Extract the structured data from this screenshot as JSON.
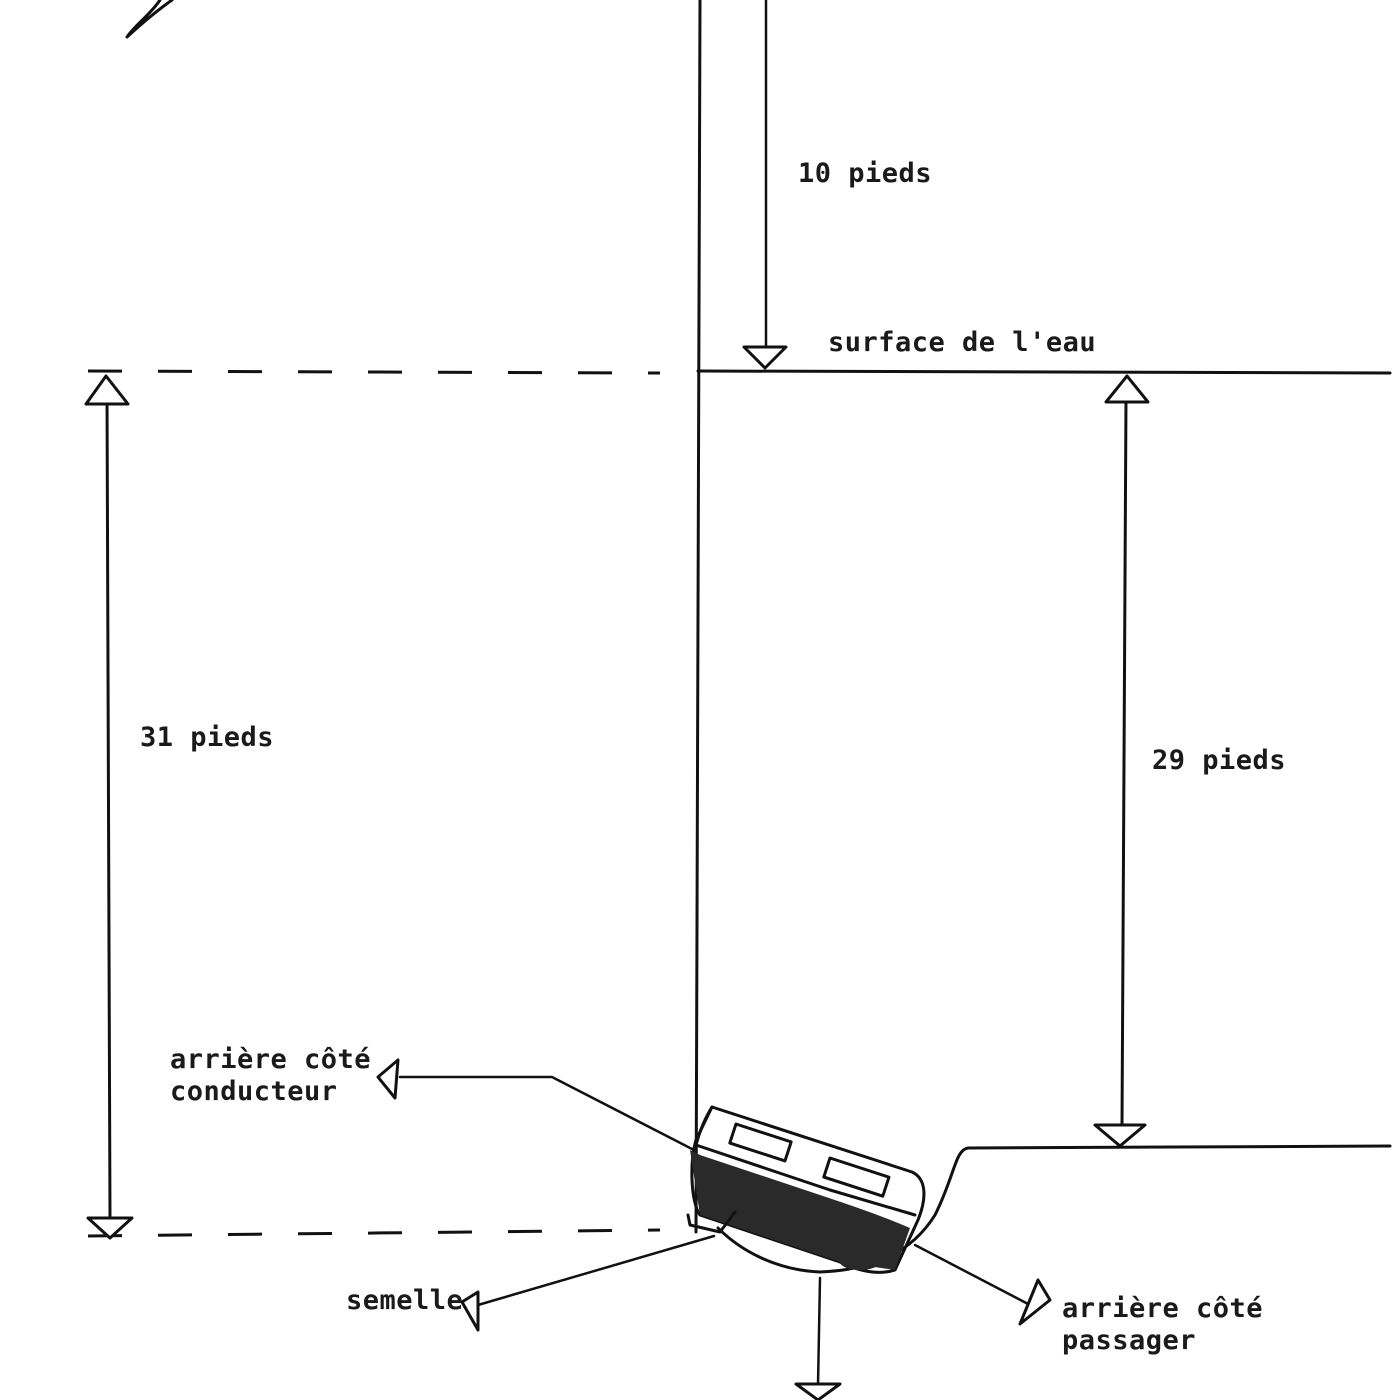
{
  "labels": {
    "top_distance": "10 pieds",
    "water_surface": "surface de l'eau",
    "left_depth": "31 pieds",
    "right_depth": "29 pieds",
    "rear_driver_side_line1": "arrière côté",
    "rear_driver_side_line2": "conducteur",
    "sole": "semelle",
    "rear_passenger_side_line1": "arrière côté",
    "rear_passenger_side_line2": "passager"
  }
}
